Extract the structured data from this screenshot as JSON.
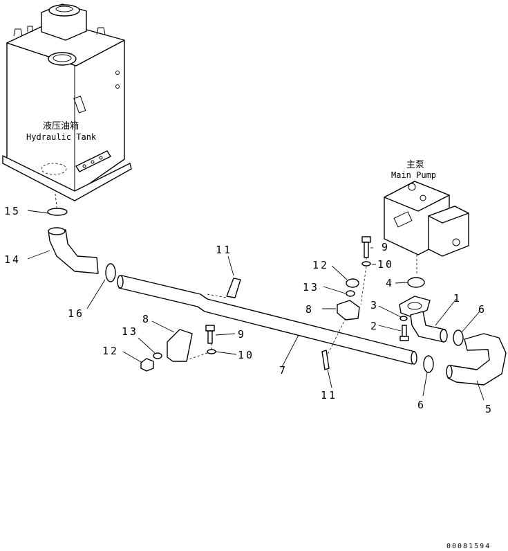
{
  "drawing_code": "00081594",
  "components": {
    "hydraulic_tank": {
      "label_cn": "液压油箱",
      "label_en": "Hydraulic Tank"
    },
    "main_pump": {
      "label_cn": "主泵",
      "label_en": "Main Pump"
    }
  },
  "callouts": {
    "c1": "1",
    "c2": "2",
    "c3": "3",
    "c4": "4",
    "c5": "5",
    "c6a": "6",
    "c6b": "6",
    "c7": "7",
    "c8a": "8",
    "c8b": "8",
    "c9a": "9",
    "c9b": "9",
    "c10a": "10",
    "c10b": "10",
    "c11a": "11",
    "c11b": "11",
    "c12a": "12",
    "c12b": "12",
    "c13a": "13",
    "c13b": "13",
    "c14": "14",
    "c15": "15",
    "c16": "16"
  }
}
